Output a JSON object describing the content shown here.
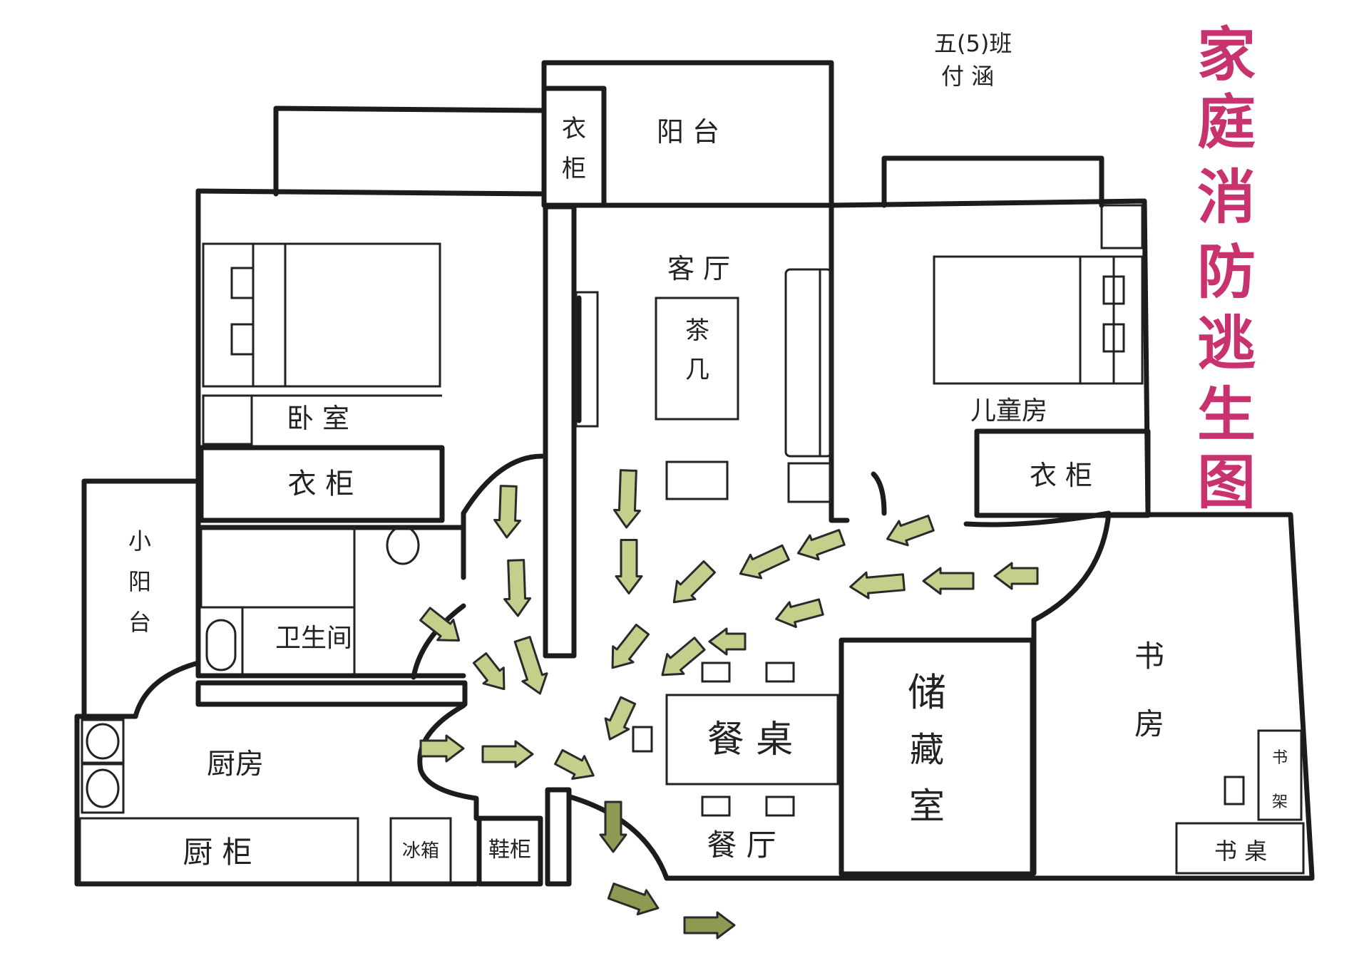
{
  "header": {
    "class_name": "五(5)班",
    "author": "付 涵"
  },
  "title_chars": [
    "家",
    "庭",
    "消",
    "防",
    "逃",
    "生",
    "图"
  ],
  "rooms": {
    "balcony": "阳  台",
    "balcony_wardrobe_1": "衣",
    "balcony_wardrobe_2": "柜",
    "living_room": "客  厅",
    "tea_table_1": "茶",
    "tea_table_2": "几",
    "master_bedroom": "卧 室",
    "master_wardrobe": "衣    柜",
    "kids_room": "儿童房",
    "kids_wardrobe": "衣   柜",
    "small_balcony_1": "小",
    "small_balcony_2": "阳",
    "small_balcony_3": "台",
    "bathroom": "卫生间",
    "kitchen": "厨房",
    "kitchen_cabinet": "厨     柜",
    "fridge": "冰箱",
    "shoe_cabinet": "鞋柜",
    "dining_table": "餐 桌",
    "dining_room": "餐  厅",
    "storage_1": "储",
    "storage_2": "藏",
    "storage_3": "室",
    "study_1": "书",
    "study_2": "房",
    "bookshelf_1": "书",
    "bookshelf_2": "架",
    "desk": "书 桌"
  },
  "colors": {
    "title": "#c8326e",
    "arrow_fill": "#c4cf8c",
    "arrow_exit": "#8e9a52",
    "wall": "#1c1c1c"
  }
}
